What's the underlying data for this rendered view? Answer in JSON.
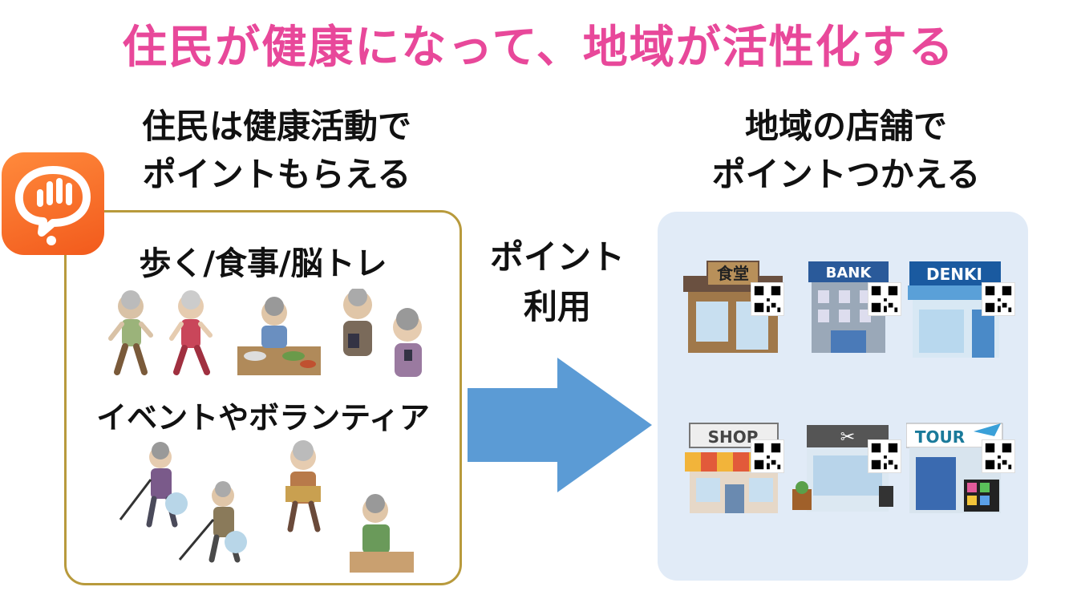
{
  "title": "住民が健康になって、地域が活性化する",
  "left": {
    "heading_line1": "住民は健康活動で",
    "heading_line2": "ポイントもらえる",
    "activities": "歩く/食事/脳トレ",
    "events": "イベントやボランティア"
  },
  "arrow": {
    "line1": "ポイント",
    "line2": "利用"
  },
  "right": {
    "heading_line1": "地域の店舗で",
    "heading_line2": "ポイントつかえる",
    "shops": [
      {
        "sign": "食堂",
        "type": "restaurant"
      },
      {
        "sign": "BANK",
        "type": "bank"
      },
      {
        "sign": "DENKI",
        "type": "electronics"
      },
      {
        "sign": "SHOP",
        "type": "shop"
      },
      {
        "sign": "",
        "type": "barber"
      },
      {
        "sign": "TOUR",
        "type": "travel-agency"
      }
    ]
  },
  "colors": {
    "title": "#e8489a",
    "arrow": "#5b9bd5",
    "left_box_border": "#b89a3c",
    "right_box_bg": "#e1ebf7",
    "app_icon": "#f25a1c"
  }
}
